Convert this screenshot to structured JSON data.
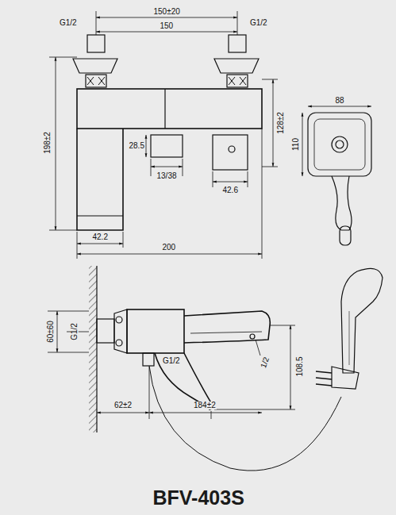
{
  "diagram": {
    "title": "BFV-403S",
    "labels": [
      "G1/2",
      "G1/2",
      "150±20",
      "150",
      "128±2",
      "198±2",
      "28.5",
      "13/38",
      "42.6",
      "42.2",
      "200",
      "88",
      "110",
      "60±60",
      "G1/2",
      "G1/2",
      "1/2",
      "108.5",
      "62±2",
      "184±2"
    ]
  }
}
